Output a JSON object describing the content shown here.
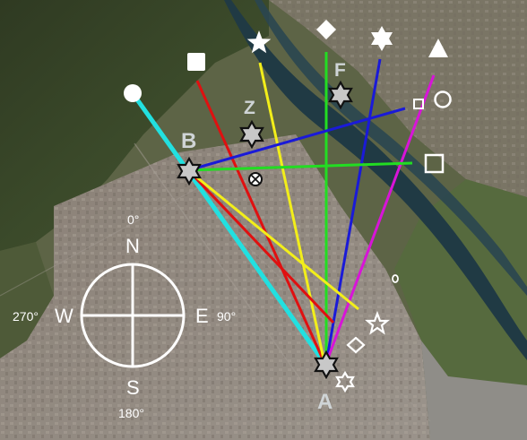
{
  "labels": {
    "point_a": "A",
    "point_b": "B",
    "point_z": "Z",
    "point_f": "F"
  },
  "compass": {
    "north": "N",
    "south": "S",
    "east": "E",
    "west": "W",
    "deg_north": "0°",
    "deg_east": "90°",
    "deg_south": "180°",
    "deg_west": "270°"
  },
  "colors": {
    "cyan": "#22e0e0",
    "red": "#e01010",
    "yellow": "#f2ee1a",
    "green": "#22dd22",
    "blue": "#1a1ad8",
    "magenta": "#d814d8"
  }
}
